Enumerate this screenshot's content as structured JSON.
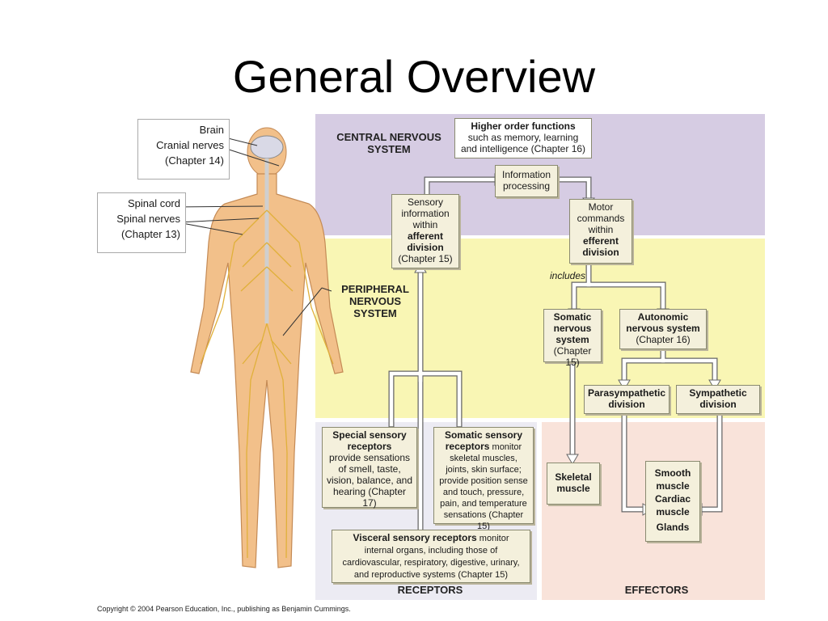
{
  "title": "General Overview",
  "callouts": {
    "brain": [
      "Brain",
      "Cranial nerves",
      "(Chapter 14)"
    ],
    "spinal": [
      "Spinal cord",
      "Spinal nerves",
      "(Chapter 13)"
    ]
  },
  "pns_label": [
    "PERIPHERAL",
    "NERVOUS",
    "SYSTEM"
  ],
  "cns_label": [
    "CENTRAL NERVOUS",
    "SYSTEM"
  ],
  "higher": {
    "bold": "Higher order functions",
    "rest": [
      "such as memory, learning",
      "and intelligence (Chapter 16)"
    ]
  },
  "info_processing": [
    "Information",
    "processing"
  ],
  "sensory": {
    "lines": [
      "Sensory",
      "information",
      "within"
    ],
    "bold": [
      "afferent",
      "division"
    ],
    "chapter": "(Chapter 15)"
  },
  "motor": {
    "lines": [
      "Motor",
      "commands",
      "within"
    ],
    "bold": [
      "efferent",
      "division"
    ]
  },
  "includes": "includes",
  "somatic_ns": {
    "bold": [
      "Somatic",
      "nervous",
      "system"
    ],
    "chapter": "(Chapter 15)"
  },
  "autonomic": {
    "bold": [
      "Autonomic",
      "nervous system"
    ],
    "chapter": "(Chapter 16)"
  },
  "parasym": [
    "Parasympathetic",
    "division"
  ],
  "sym": [
    "Sympathetic",
    "division"
  ],
  "special": {
    "bold": [
      "Special sensory",
      "receptors"
    ],
    "rest": [
      "provide sensations",
      "of smell, taste,",
      "vision, balance, and",
      "hearing (Chapter 17)"
    ]
  },
  "somatic_sensory": {
    "bold1": "Somatic sensory",
    "bold2": "receptors",
    "rest0": "monitor",
    "rest": [
      "skeletal muscles,",
      "joints, skin surface;",
      "provide position sense",
      "and touch, pressure,",
      "pain, and temperature",
      "sensations (Chapter 15)"
    ]
  },
  "visceral": {
    "bold": "Visceral sensory receptors",
    "rest0": "monitor",
    "rest": [
      "internal organs, including those of",
      "cardiovascular, respiratory, digestive, urinary,",
      "and reproductive systems (Chapter 15)"
    ]
  },
  "skeletal": [
    "Skeletal",
    "muscle"
  ],
  "effectors_list": [
    "Smooth",
    "muscle",
    "Cardiac",
    "muscle",
    "Glands"
  ],
  "receptors_label": "RECEPTORS",
  "effectors_label": "EFFECTORS",
  "copyright": "Copyright © 2004 Pearson Education, Inc., publishing as Benjamin Cummings.",
  "colors": {
    "cns": "#d6cce3",
    "pns": "#f9f6b4",
    "receptors": "#ecebf3",
    "effectors": "#f9e3da",
    "box": "#f4f0dc",
    "body": "#f2c08a",
    "nerve": "#e0b03a"
  }
}
